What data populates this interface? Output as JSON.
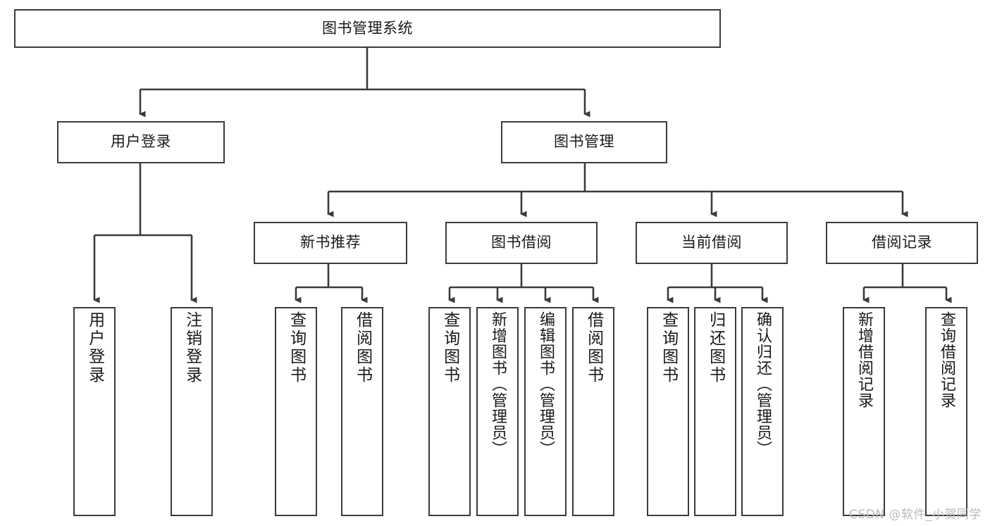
{
  "diagram": {
    "title": "图书管理系统",
    "type": "tree",
    "watermark": "CSDN @软件_小贺同学",
    "colors": {
      "box_border": "#3b3b3b",
      "box_fill": "#ffffff",
      "edge": "#3b3b3b",
      "text": "#1a1a1a",
      "watermark": "#b9b9b9",
      "background": "#ffffff"
    }
  },
  "nodes": {
    "root": {
      "label": "图书管理系统",
      "level": 1
    },
    "l2": [
      {
        "id": "user-login",
        "label": "用户登录"
      },
      {
        "id": "book-manage",
        "label": "图书管理"
      }
    ],
    "l3": [
      {
        "id": "new-book-rec",
        "label": "新书推荐"
      },
      {
        "id": "book-borrow",
        "label": "图书借阅"
      },
      {
        "id": "current-borrow",
        "label": "当前借阅"
      },
      {
        "id": "borrow-record",
        "label": "借阅记录"
      }
    ],
    "leaves": {
      "user_login": [
        {
          "id": "leaf-user-login",
          "label": "用户登录"
        },
        {
          "id": "leaf-logout",
          "label": "注销登录"
        }
      ],
      "new_book_rec": [
        {
          "id": "leaf-query-book-1",
          "label": "查询图书"
        },
        {
          "id": "leaf-borrow-book-1",
          "label": "借阅图书"
        }
      ],
      "book_borrow": [
        {
          "id": "leaf-query-book-2",
          "label": "查询图书"
        },
        {
          "id": "leaf-add-book",
          "label": "新增图书（管理员）"
        },
        {
          "id": "leaf-edit-book",
          "label": "编辑图书（管理员）"
        },
        {
          "id": "leaf-borrow-book-2",
          "label": "借阅图书"
        }
      ],
      "current_borrow": [
        {
          "id": "leaf-query-book-3",
          "label": "查询图书"
        },
        {
          "id": "leaf-return-book",
          "label": "归还图书"
        },
        {
          "id": "leaf-confirm-return",
          "label": "确认归还（管理员）"
        }
      ],
      "borrow_record": [
        {
          "id": "leaf-add-record",
          "label": "新增借阅记录"
        },
        {
          "id": "leaf-query-record",
          "label": "查询借阅记录"
        }
      ]
    }
  }
}
